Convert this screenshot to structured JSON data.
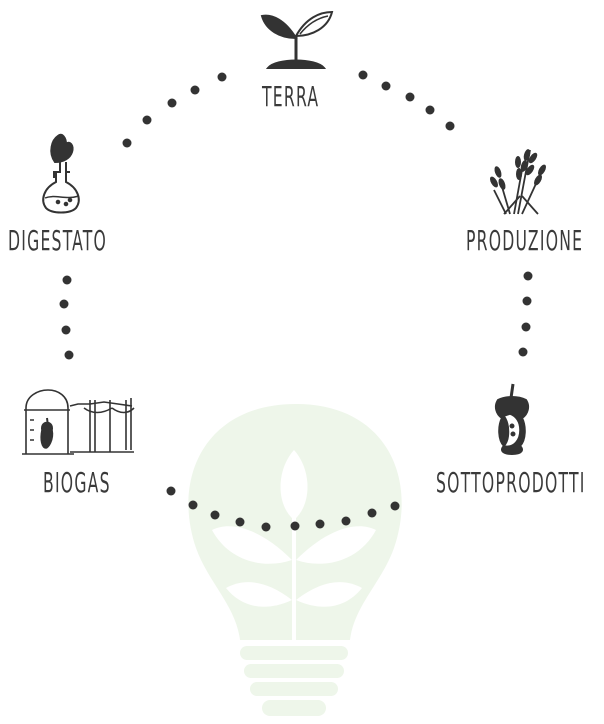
{
  "cycle": {
    "nodes": [
      {
        "key": "terra",
        "label": "TERRA",
        "icon": "sprout-icon"
      },
      {
        "key": "produzione",
        "label": "PRODUZIONE",
        "icon": "wheat-icon"
      },
      {
        "key": "sottoprodotti",
        "label": "SOTTOPRODOTTI",
        "icon": "apple-core-icon"
      },
      {
        "key": "biogas",
        "label": "BIOGAS",
        "icon": "biogas-plant-icon"
      },
      {
        "key": "digestato",
        "label": "DIGESTATO",
        "icon": "flask-icon"
      }
    ],
    "background_icon": "lightbulb-plant-icon"
  },
  "colors": {
    "ink": "#3a3a3a",
    "dot": "#333333",
    "bulb": "#eef6ea",
    "bulb_leaf": "#ffffff"
  }
}
